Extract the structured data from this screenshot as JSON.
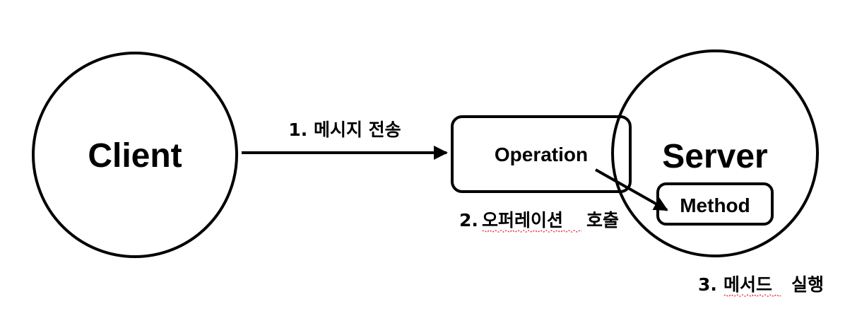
{
  "nodes": {
    "client": "Client",
    "server": "Server",
    "operation": "Operation",
    "method": "Method"
  },
  "steps": {
    "step1": "1. 메시지 전송",
    "step2_num": "2.",
    "step2_word": "오퍼레이션",
    "step2_rest": "호출",
    "step3_num": "3.",
    "step3_word": "메서드",
    "step3_rest": "실행"
  },
  "colors": {
    "stroke": "#000000",
    "spellcheck_underline": "#e03030"
  }
}
